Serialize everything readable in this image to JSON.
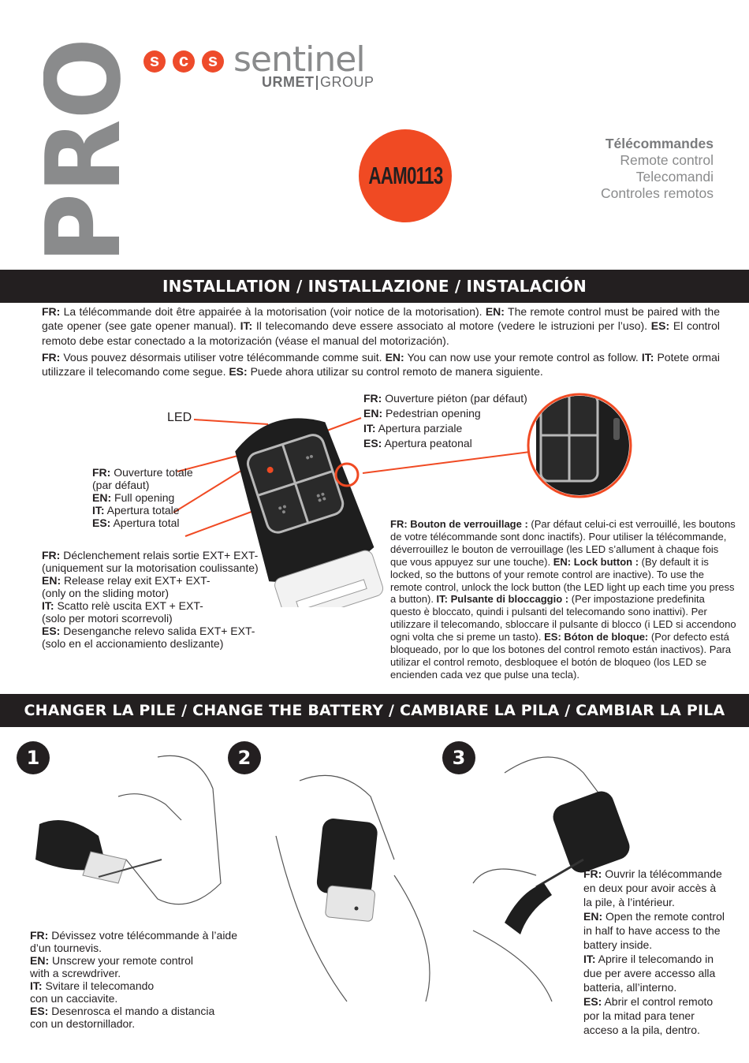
{
  "brand": {
    "pro_label": "PRO",
    "logo_letters": [
      "s",
      "c",
      "s"
    ],
    "logo_word": "sentinel",
    "logo_sub_bold": "URMET",
    "logo_sub": "GROUP",
    "accent_color": "#f04a23",
    "dark_color": "#231f20"
  },
  "product": {
    "code": "AAM0113",
    "titles": [
      "Télécommandes",
      "Remote control",
      "Telecomandi",
      "Controles remotos"
    ]
  },
  "installation": {
    "heading": "INSTALLATION / INSTALLAZIONE / INSTALACIÓN",
    "para1": [
      {
        "lang": "FR:",
        "text": " La télécommande doit être appairée à la motorisation (voir notice de la motorisation). "
      },
      {
        "lang": "EN:",
        "text": " The remote control must be paired with the gate opener (see gate opener manual). "
      },
      {
        "lang": "IT:",
        "text": " Il telecomando deve essere associato al motore (vedere le istruzioni per l’uso). "
      },
      {
        "lang": "ES:",
        "text": " El control remoto debe estar conectado a la motorización (véase el manual del motorización)."
      }
    ],
    "para2": [
      {
        "lang": "FR:",
        "text": " Vous pouvez désormais utiliser votre télécommande comme suit. "
      },
      {
        "lang": "EN:",
        "text": " You can now use your remote control as follow. "
      },
      {
        "lang": "IT:",
        "text": " Potete ormai utilizzare il telecomando come segue. "
      },
      {
        "lang": "ES:",
        "text": " Puede ahora utilizar su control remoto de manera siguiente."
      }
    ],
    "led_label": "LED",
    "pedestrian": [
      {
        "lang": "FR:",
        "text": " Ouverture piéton (par défaut)"
      },
      {
        "lang": "EN:",
        "text": " Pedestrian opening"
      },
      {
        "lang": "IT:",
        "text": " Apertura parziale"
      },
      {
        "lang": "ES:",
        "text": " Apertura peatonal"
      }
    ],
    "full_opening": [
      {
        "lang": "FR:",
        "text": " Ouverture totale"
      },
      {
        "lang": "",
        "text": "(par défaut)"
      },
      {
        "lang": "EN:",
        "text": " Full opening"
      },
      {
        "lang": "IT:",
        "text": " Apertura totale"
      },
      {
        "lang": "ES:",
        "text": " Apertura total"
      }
    ],
    "relay": [
      {
        "lang": "FR:",
        "text": " Déclenchement relais sortie EXT+ EXT-"
      },
      {
        "lang": "",
        "text": "(uniquement sur la motorisation coulissante)"
      },
      {
        "lang": "EN:",
        "text": " Release relay exit EXT+ EXT-"
      },
      {
        "lang": "",
        "text": "(only on the sliding motor)"
      },
      {
        "lang": "IT:",
        "text": " Scatto relè uscita EXT + EXT-"
      },
      {
        "lang": "",
        "text": "(solo per motori scorrevoli)"
      },
      {
        "lang": "ES:",
        "text": " Desenganche relevo salida EXT+ EXT-"
      },
      {
        "lang": "",
        "text": "(solo en el accionamiento deslizante)"
      }
    ],
    "lock": [
      {
        "lang": "FR: Bouton de verrouillage :",
        "text": " (Par défaut celui-ci est verrouillé, les boutons de votre télécommande sont donc inactifs). Pour utiliser la télécommande, déverrouillez le bouton de verrouillage (les LED s’allument à chaque fois que vous appuyez sur une touche). "
      },
      {
        "lang": "EN: Lock button :",
        "text": " (By default it is locked, so the buttons of your remote control are inactive). To use the remote control, unlock the lock button (the LED light up each time you press a button). "
      },
      {
        "lang": "IT: Pulsante di bloccaggio :",
        "text": " (Per impostazione predefinita questo è bloccato, quindi i pulsanti del telecomando sono inattivi). Per utilizzare il telecomando, sbloccare il pulsante di blocco (i LED si accendono ogni volta che si preme un tasto). "
      },
      {
        "lang": "ES: Bóton de bloque:",
        "text": " (Por defecto está bloqueado, por lo que los botones del control remoto están inactivos). Para utilizar el control remoto, desbloquee el botón de bloqueo (los LED se encienden cada vez que pulse una tecla)."
      }
    ]
  },
  "battery": {
    "heading": "CHANGER LA PILE / CHANGE THE BATTERY / CAMBIARE LA PILA / CAMBIAR LA PILA",
    "steps": [
      "1",
      "2",
      "3"
    ],
    "step1_caption": [
      {
        "lang": "FR:",
        "text": " Dévissez votre télécommande à l’aide"
      },
      {
        "lang": "",
        "text": "d’un tournevis."
      },
      {
        "lang": "EN:",
        "text": " Unscrew your remote control"
      },
      {
        "lang": "",
        "text": "with a screwdriver."
      },
      {
        "lang": "IT:",
        "text": " Svitare il telecomando"
      },
      {
        "lang": "",
        "text": "con un cacciavite."
      },
      {
        "lang": "ES:",
        "text": " Desenrosca el mando a distancia"
      },
      {
        "lang": "",
        "text": "con un destornillador."
      }
    ],
    "step3_caption": [
      {
        "lang": "FR:",
        "text": " Ouvrir la télécommande"
      },
      {
        "lang": "",
        "text": "en deux pour avoir accès à"
      },
      {
        "lang": "",
        "text": "la pile, à l’intérieur."
      },
      {
        "lang": "EN:",
        "text": " Open the remote control"
      },
      {
        "lang": "",
        "text": "in half to have access to the"
      },
      {
        "lang": "",
        "text": "battery inside."
      },
      {
        "lang": "IT:",
        "text": " Aprire il telecomando in"
      },
      {
        "lang": "",
        "text": "due per avere accesso alla"
      },
      {
        "lang": "",
        "text": "batteria, all’interno."
      },
      {
        "lang": "ES:",
        "text": " Abrir el control remoto"
      },
      {
        "lang": "",
        "text": "por la mitad para tener"
      },
      {
        "lang": "",
        "text": "acceso a la pila, dentro."
      }
    ]
  }
}
